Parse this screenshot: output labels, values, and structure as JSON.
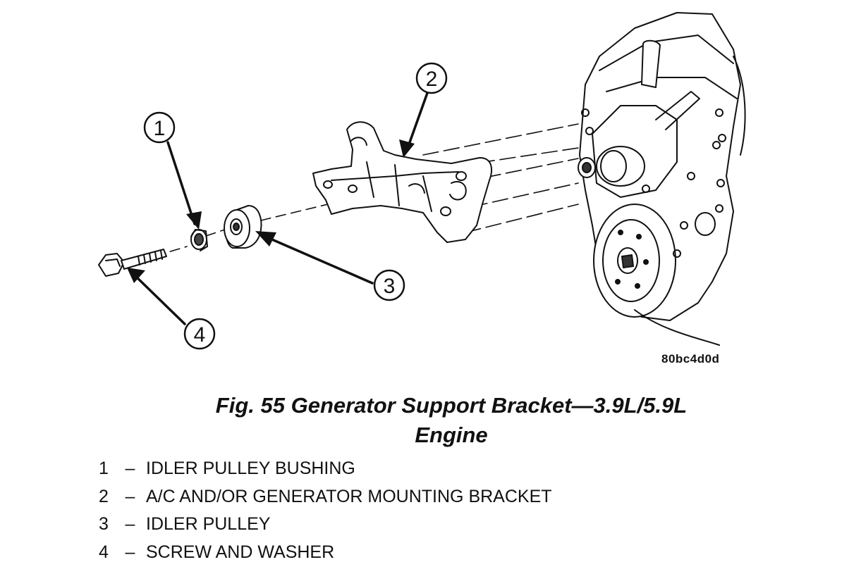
{
  "figure": {
    "callouts": [
      "1",
      "2",
      "3",
      "4"
    ],
    "code": "80bc4d0d"
  },
  "caption": {
    "line1": "Fig. 55 Generator Support Bracket—3.9L/5.9L",
    "line2": "Engine"
  },
  "legend": [
    {
      "num": "1",
      "dash": "–",
      "label": "IDLER PULLEY BUSHING"
    },
    {
      "num": "2",
      "dash": "–",
      "label": "A/C AND/OR GENERATOR MOUNTING BRACKET"
    },
    {
      "num": "3",
      "dash": "–",
      "label": "IDLER PULLEY"
    },
    {
      "num": "4",
      "dash": "–",
      "label": "SCREW AND WASHER"
    }
  ]
}
